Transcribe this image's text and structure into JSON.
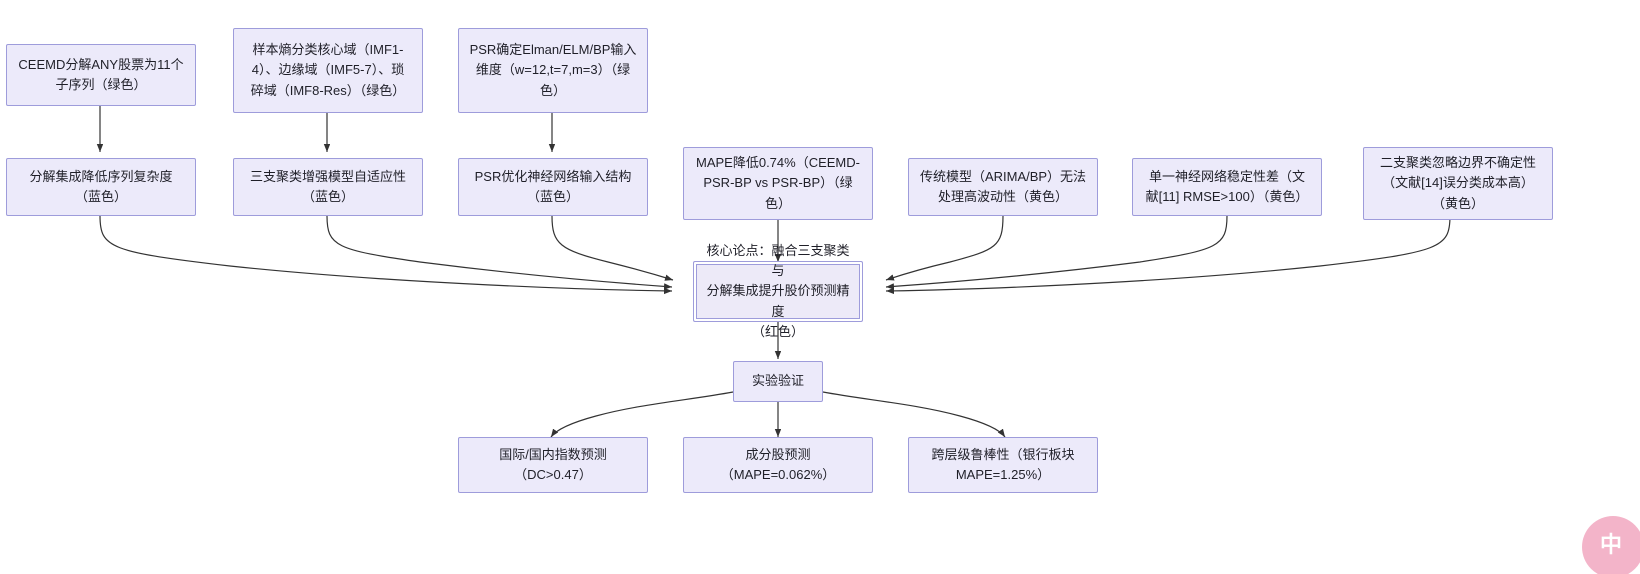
{
  "diagram": {
    "type": "flowchart",
    "direction": "bottom-up-convergent",
    "background": "#ffffff",
    "node_fill": "#ECEAFA",
    "node_border": "#9E9CDB",
    "edge_color": "#333333",
    "watermark_color": "#F2A8C0",
    "watermark_text": "中"
  },
  "nodes": {
    "top": [
      {
        "id": "t1",
        "label": "CEEMD分解ANY股票为11个\n子序列（绿色）"
      },
      {
        "id": "t2",
        "label": "样本熵分类核心域（IMF1-\n4）、边缘域（IMF5-7）、琐\n碎域（IMF8-Res）（绿色）"
      },
      {
        "id": "t3",
        "label": "PSR确定Elman/ELM/BP输入\n维度（w=12,t=7,m=3）（绿\n色）"
      }
    ],
    "middle": [
      {
        "id": "m1",
        "label": "分解集成降低序列复杂度\n（蓝色）"
      },
      {
        "id": "m2",
        "label": "三支聚类增强模型自适应性\n（蓝色）"
      },
      {
        "id": "m3",
        "label": "PSR优化神经网络输入结构\n（蓝色）"
      },
      {
        "id": "m4",
        "label": "MAPE降低0.74%（CEEMD-\nPSR-BP vs PSR-BP）（绿\n色）"
      },
      {
        "id": "m5",
        "label": "传统模型（ARIMA/BP）无法\n处理高波动性（黄色）"
      },
      {
        "id": "m6",
        "label": "单一神经网络稳定性差（文\n献[11] RMSE>100）（黄色）"
      },
      {
        "id": "m7",
        "label": "二支聚类忽略边界不确定性\n（文献[14]误分类成本高）\n（黄色）"
      }
    ],
    "core": {
      "id": "core",
      "label": "核心论点：融合三支聚类与\n分解集成提升股价预测精度\n（红色）"
    },
    "validation": {
      "id": "v1",
      "label": "实验验证"
    },
    "results": [
      {
        "id": "r1",
        "label": "国际/国内指数预测\n（DC>0.47）"
      },
      {
        "id": "r2",
        "label": "成分股预测\n（MAPE=0.062%）"
      },
      {
        "id": "r3",
        "label": "跨层级鲁棒性（银行板块\nMAPE=1.25%）"
      }
    ]
  }
}
